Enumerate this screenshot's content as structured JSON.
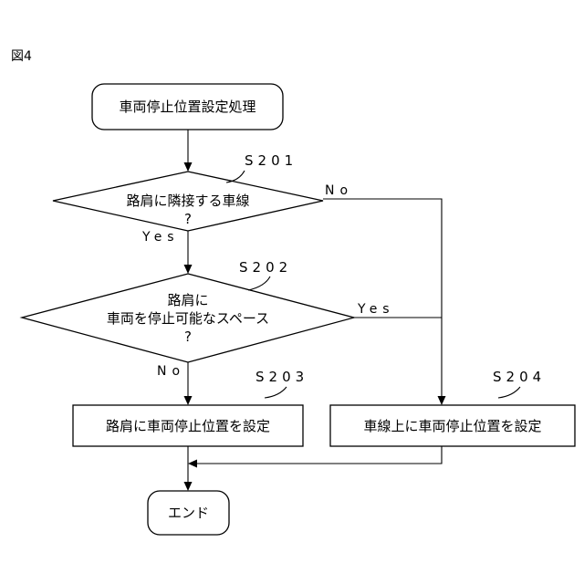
{
  "figure_label": "図4",
  "start": {
    "label": "車両停止位置設定処理"
  },
  "decision1": {
    "step": "S201",
    "lines": [
      "路肩に隣接する車線",
      "?"
    ],
    "yes_label": "Yes",
    "no_label": "No"
  },
  "decision2": {
    "step": "S202",
    "lines": [
      "路肩に",
      "車両を停止可能なスペース",
      "?"
    ],
    "yes_label": "Yes",
    "no_label": "No"
  },
  "process1": {
    "step": "S203",
    "label": "路肩に車両停止位置を設定"
  },
  "process2": {
    "step": "S204",
    "label": "車線上に車両停止位置を設定"
  },
  "end": {
    "label": "エンド"
  }
}
